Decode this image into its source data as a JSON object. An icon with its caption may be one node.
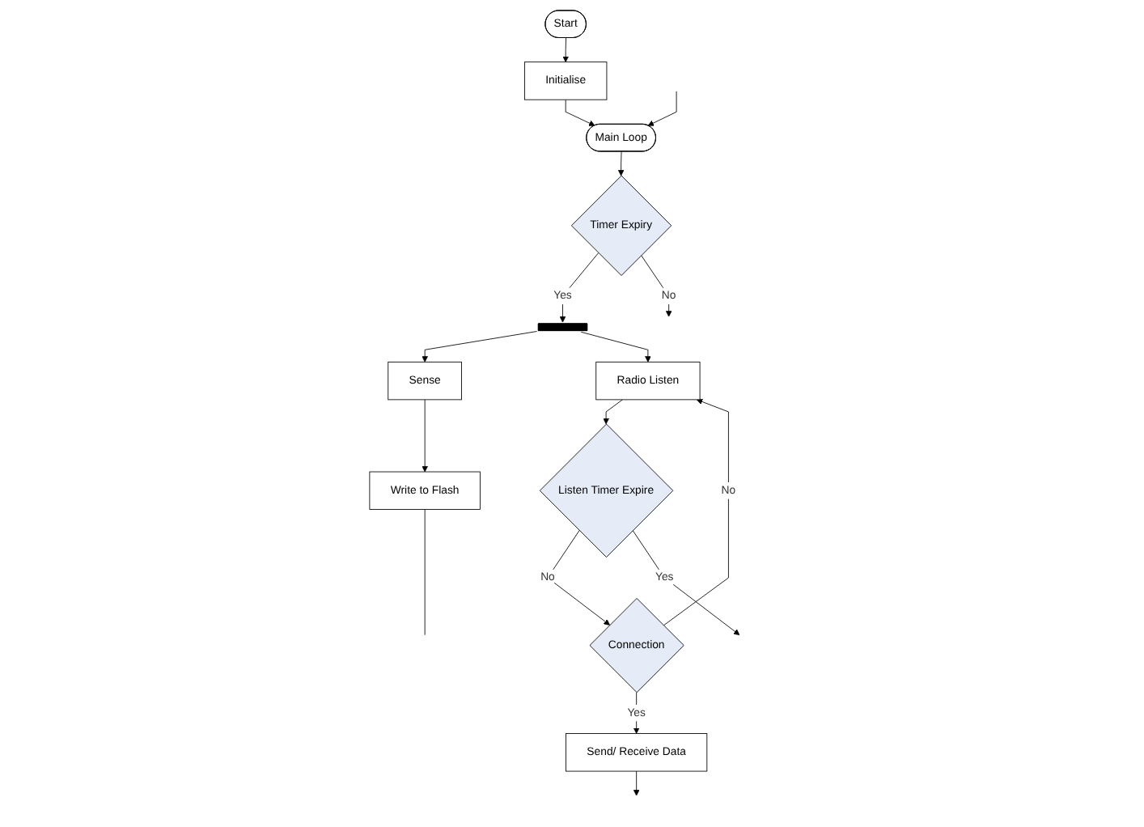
{
  "diagram": {
    "nodes": [
      {
        "text": [
          "Start"
        ]
      },
      {
        "text": [
          "Initialise"
        ]
      },
      {
        "text": [
          "Main Loop"
        ]
      },
      {
        "text": [
          "Timer Expiry"
        ]
      },
      {
        "text": [],
        "shape": "bar"
      },
      {
        "text": [
          "Sense"
        ]
      },
      {
        "text": [
          "Write to Flash"
        ]
      },
      {
        "text": [
          "Radio Listen"
        ]
      },
      {
        "text": [
          "Listen Timer Expire"
        ]
      },
      {
        "text": [
          "Connection"
        ]
      },
      {
        "text": [
          "Send/ Receive Data"
        ]
      }
    ],
    "edges": [
      {
        "from": 0,
        "to": 1,
        "arrow": "to"
      },
      {
        "from": 1,
        "to": 2,
        "arrow": "to"
      },
      {
        "from": 2,
        "to": 3,
        "arrow": "to"
      },
      {
        "from": 3,
        "to": 4,
        "label": "Yes",
        "arrow": "to"
      },
      {
        "from": 4,
        "to": 5,
        "arrow": "to"
      },
      {
        "from": 4,
        "to": 7,
        "arrow": "to"
      },
      {
        "from": 5,
        "to": 6,
        "arrow": "to"
      },
      {
        "from": 6,
        "to": null,
        "arrow": "none"
      },
      {
        "from": 7,
        "to": 8,
        "arrow": "to"
      },
      {
        "from": 8,
        "to": 9,
        "label": "No",
        "arrow": "to"
      },
      {
        "from": 9,
        "to": 7,
        "label": "No",
        "arrow": "to"
      },
      {
        "from": 9,
        "to": 10,
        "label": "Yes",
        "arrow": "to"
      },
      {
        "from": 3,
        "to": null,
        "label": "No",
        "arrow": "to"
      },
      {
        "from": 8,
        "to": null,
        "label": "Yes",
        "arrow": "to"
      },
      {
        "from": 10,
        "to": null,
        "arrow": "to"
      },
      {
        "from": null,
        "to": 2,
        "arrow": "to"
      }
    ]
  }
}
